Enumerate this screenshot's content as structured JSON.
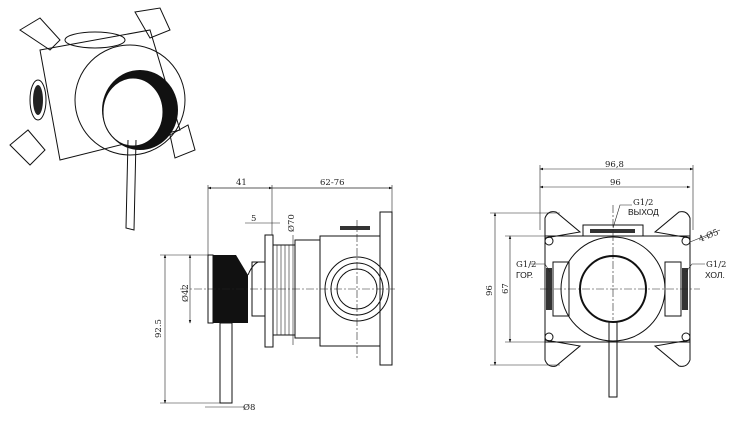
{
  "side_view": {
    "dim_handle_depth": "41",
    "dim_body_depth": "62-76",
    "dim_flange": "5",
    "dim_flange_diameter": "Ø70",
    "dim_knob_diameter": "Ø42",
    "dim_height": "92.5",
    "dim_lever_diameter": "Ø8"
  },
  "front_view": {
    "dim_outer_width": "96,8",
    "dim_width": "96",
    "dim_height": "96",
    "dim_inner_height": "67",
    "dim_holes": "4-Ø5",
    "outlet_thread": "G1/2",
    "outlet_label": "ВЫХОД",
    "hot_thread": "G1/2",
    "hot_label": "ГОР.",
    "cold_thread": "G1/2",
    "cold_label": "ХОЛ."
  }
}
